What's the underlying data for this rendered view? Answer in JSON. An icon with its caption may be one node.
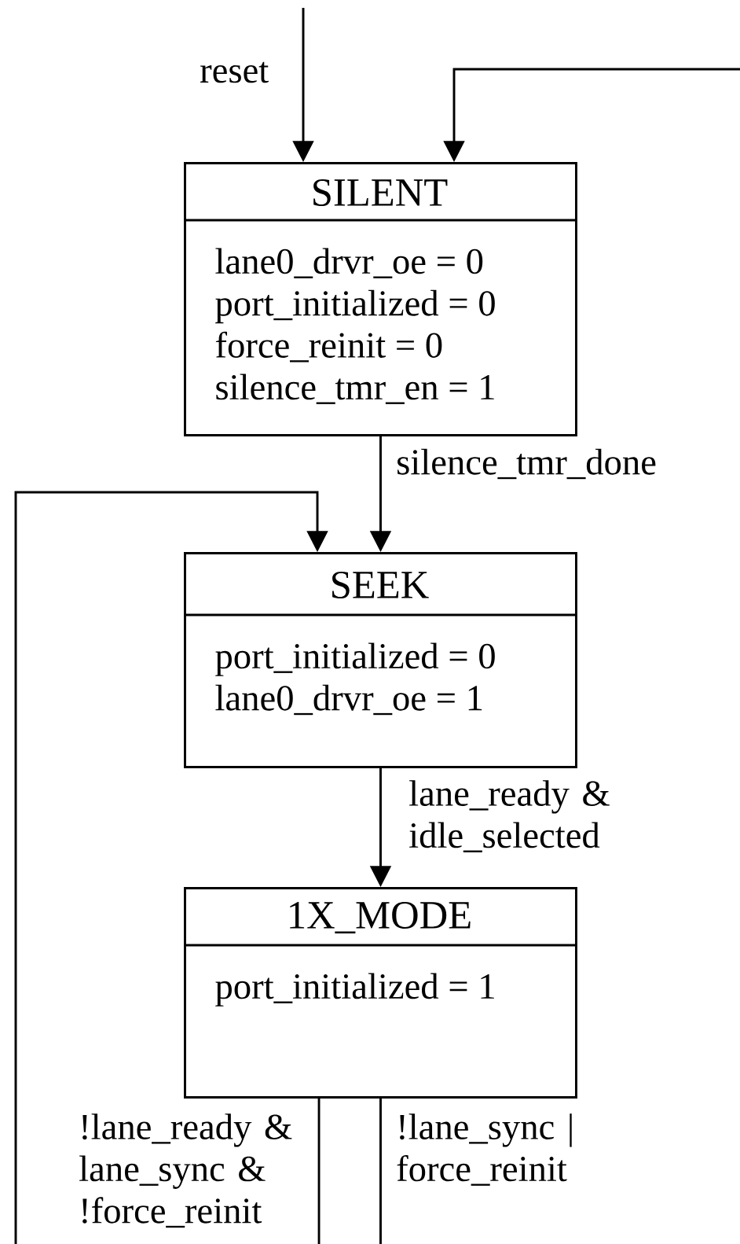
{
  "diagram": {
    "nodes": [
      {
        "text": [
          "SILENT",
          "lane0_drvr_oe = 0",
          "port_initialized = 0",
          "force_reinit = 0",
          "silence_tmr_en = 1"
        ]
      },
      {
        "text": [
          "SEEK",
          "port_initialized = 0",
          "lane0_drvr_oe = 1"
        ]
      },
      {
        "text": [
          "1X_MODE",
          "port_initialized = 1"
        ]
      }
    ],
    "edges": [
      {
        "from": null,
        "to": 0,
        "arrow": "to",
        "label": "reset"
      },
      {
        "from": null,
        "to": 0,
        "arrow": "to"
      },
      {
        "from": 0,
        "to": 1,
        "arrow": "to",
        "label": "silence_tmr_done"
      },
      {
        "from": null,
        "to": 1,
        "arrow": "to"
      },
      {
        "from": 1,
        "to": 2,
        "arrow": "to",
        "label": "lane_ready & idle_selected"
      },
      {
        "from": 2,
        "to": null,
        "arrow": "none",
        "label": "!lane_ready & lane_sync & !force_reinit"
      },
      {
        "from": 2,
        "to": null,
        "arrow": "none",
        "label": "!lane_sync | force_reinit"
      }
    ]
  }
}
